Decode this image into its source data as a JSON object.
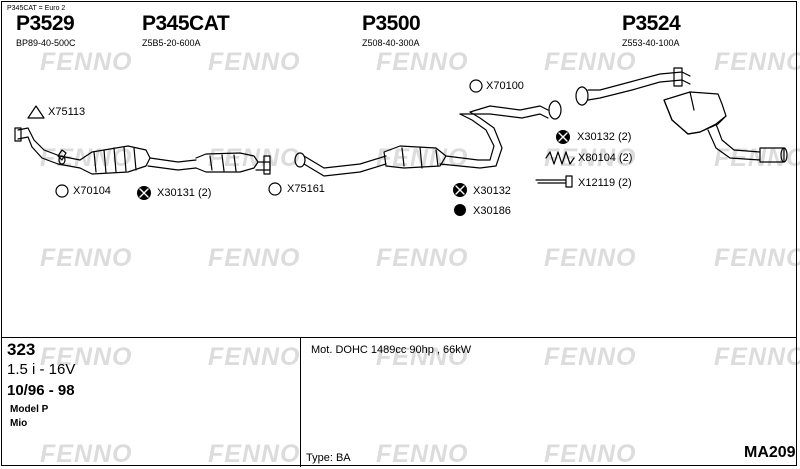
{
  "note": "P345CAT = Euro 2",
  "parts": [
    {
      "number": "P3529",
      "ref": "BP89-40-500C"
    },
    {
      "number": "P345CAT",
      "ref": "Z5B5-20-600A"
    },
    {
      "number": "P3500",
      "ref": "Z508-40-300A"
    },
    {
      "number": "P3524",
      "ref": "Z553-40-100A"
    }
  ],
  "fittings": [
    "X75113",
    "X70104",
    "X30131 (2)",
    "X75161",
    "X70100",
    "X30132 (2)",
    "X80104 (2)",
    "X12119 (2)",
    "X30132",
    "X30186"
  ],
  "watermark": "FENNO",
  "vehicle": {
    "model": "323",
    "engine_size": "1.5 i - 16V",
    "years": "10/96 - 98",
    "line1": "Model P",
    "line2": "Mio"
  },
  "engine": "Mot. DOHC 1489cc 90hp , 66kW",
  "type": "Type:  BA",
  "code": "MA209",
  "colors": {
    "watermark": "#dcdcdc",
    "line": "#000000"
  }
}
